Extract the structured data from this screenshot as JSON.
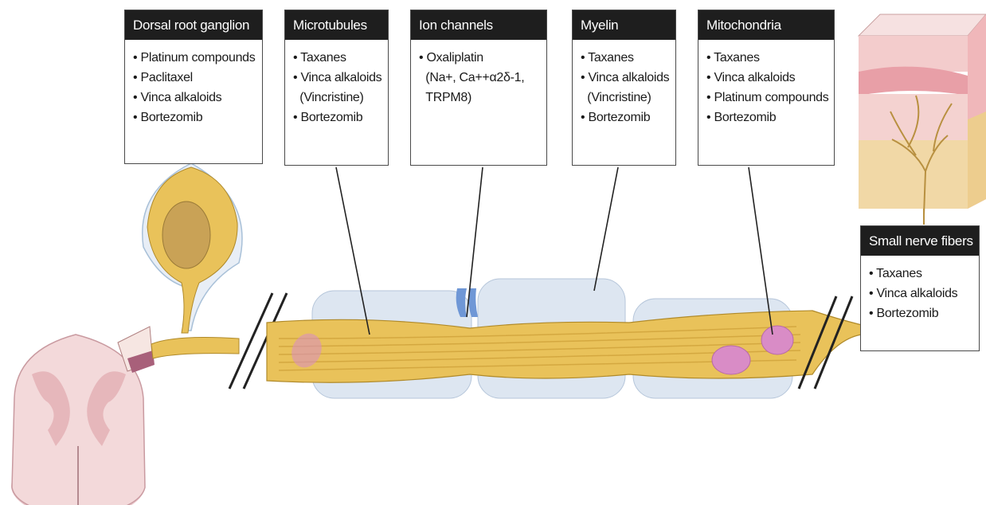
{
  "boxes": [
    {
      "title": "Dorsal root ganglion",
      "items": [
        "• Platinum compounds",
        "• Paclitaxel",
        "• Vinca alkaloids",
        "• Bortezomib"
      ]
    },
    {
      "title": "Microtubules",
      "items": [
        "• Taxanes",
        "• Vinca alkaloids",
        "  (Vincristine)",
        "• Bortezomib"
      ]
    },
    {
      "title": "Ion channels",
      "items": [
        "• Oxaliplatin",
        "  (Na+, Ca++α2δ-1,",
        "  TRPM8)"
      ]
    },
    {
      "title": "Myelin",
      "items": [
        "• Taxanes",
        "• Vinca alkaloids",
        "  (Vincristine)",
        "• Bortezomib"
      ]
    },
    {
      "title": "Mitochondria",
      "items": [
        "• Taxanes",
        "• Vinca alkaloids",
        "• Platinum compounds",
        "• Bortezomib"
      ]
    },
    {
      "title": "Small nerve fibers",
      "items": [
        "• Taxanes",
        "• Vinca alkaloids",
        "• Bortezomib"
      ]
    }
  ],
  "colors": {
    "axon": "#e9c25a",
    "axon_outline": "#b08a2a",
    "myelin": "#dde6f1",
    "ganglion_nucleus": "#c9a256",
    "mitochondria": "#d98cc6",
    "ion_channel": "#6f97d6",
    "spinal_cord": "#f3d9da",
    "skin_top": "#f0c6c6",
    "skin_bottom": "#f1d8a6"
  }
}
